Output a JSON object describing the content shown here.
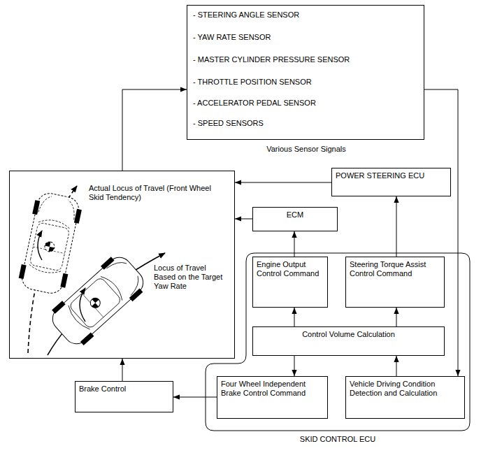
{
  "diagram": {
    "nodes": [
      {
        "text": [
          "- STEERING ANGLE SENSOR",
          "- YAW RATE SENSOR",
          "- MASTER CYLINDER PRESSURE SENSOR",
          "- THROTTLE POSITION SENSOR",
          "- ACCELERATOR PEDAL SENSOR",
          "- SPEED SENSORS",
          "Various Sensor Signals"
        ]
      },
      {
        "text": [
          "Actual Locus of Travel (Front Wheel Skid Tendency)",
          "Locus of Travel Based on the Target Yaw Rate"
        ]
      },
      {
        "text": [
          "POWER STEERING ECU"
        ]
      },
      {
        "text": [
          "ECM"
        ]
      },
      {
        "text": [
          "SKID CONTROL ECU"
        ]
      },
      {
        "text": [
          "Engine Output Control Command"
        ],
        "in": 4
      },
      {
        "text": [
          "Steering Torque Assist Control Command"
        ],
        "in": 4
      },
      {
        "text": [
          "Control Volume Calculation"
        ],
        "in": 4
      },
      {
        "text": [
          "Four Wheel Independent Brake Control Command"
        ],
        "in": 4
      },
      {
        "text": [
          "Vehicle Driving Condition Detection and Calculation"
        ],
        "in": 4
      },
      {
        "text": [
          "Brake Control"
        ]
      }
    ],
    "edges": [
      {
        "from": 1,
        "to": 0,
        "arrow": "to"
      },
      {
        "from": 0,
        "to": 9,
        "arrow": "to"
      },
      {
        "from": 2,
        "to": 1,
        "arrow": "to"
      },
      {
        "from": 3,
        "to": 1,
        "arrow": "to"
      },
      {
        "from": 5,
        "to": 3,
        "arrow": "to"
      },
      {
        "from": 6,
        "to": 2,
        "arrow": "to"
      },
      {
        "from": 7,
        "to": 5,
        "arrow": "to"
      },
      {
        "from": 7,
        "to": 6,
        "arrow": "to"
      },
      {
        "from": 7,
        "to": 8,
        "arrow": "to"
      },
      {
        "from": 9,
        "to": 7,
        "arrow": "to"
      },
      {
        "from": 8,
        "to": 10,
        "arrow": "to"
      },
      {
        "from": 10,
        "to": 1,
        "arrow": "to"
      }
    ]
  }
}
